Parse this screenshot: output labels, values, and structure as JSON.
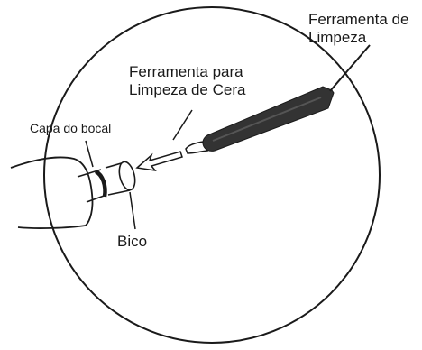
{
  "labels": {
    "cleaning_tool_line1": "Ferramenta de",
    "cleaning_tool_line2": "Limpeza",
    "wax_tool_line1": "Ferramenta para",
    "wax_tool_line2": "Limpeza de Cera",
    "nozzle_cap": "Capa do bocal",
    "nozzle": "Bico"
  },
  "colors": {
    "line": "#1a1a1a",
    "tool_body": "#333333",
    "background": "#ffffff"
  }
}
